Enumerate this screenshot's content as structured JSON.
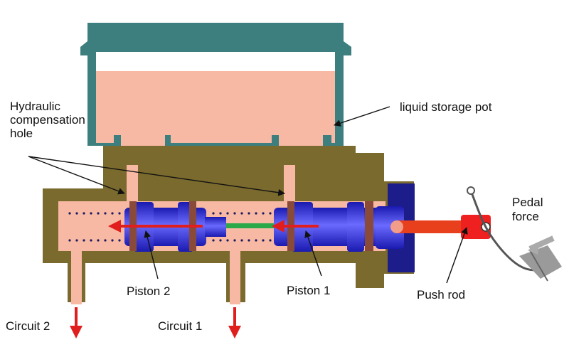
{
  "labels": {
    "hydraulic_hole": [
      "Hydraulic",
      "compensation",
      "hole"
    ],
    "liquid_pot": "liquid storage pot",
    "pedal_force": [
      "Pedal",
      "force"
    ],
    "piston2": "Piston 2",
    "piston1": "Piston 1",
    "push_rod": "Push rod",
    "circuit2": "Circuit 2",
    "circuit1": "Circuit 1"
  },
  "colors": {
    "housing": "#7a6a2e",
    "reservoir_frame": "#3d7f7f",
    "fluid": "#f7b9a3",
    "piston": "#2a2ad8",
    "seal": "#8a4a3a",
    "arrow": "#e01e1e",
    "push_rod": "#e8401c",
    "spring": "#2aa84a"
  }
}
